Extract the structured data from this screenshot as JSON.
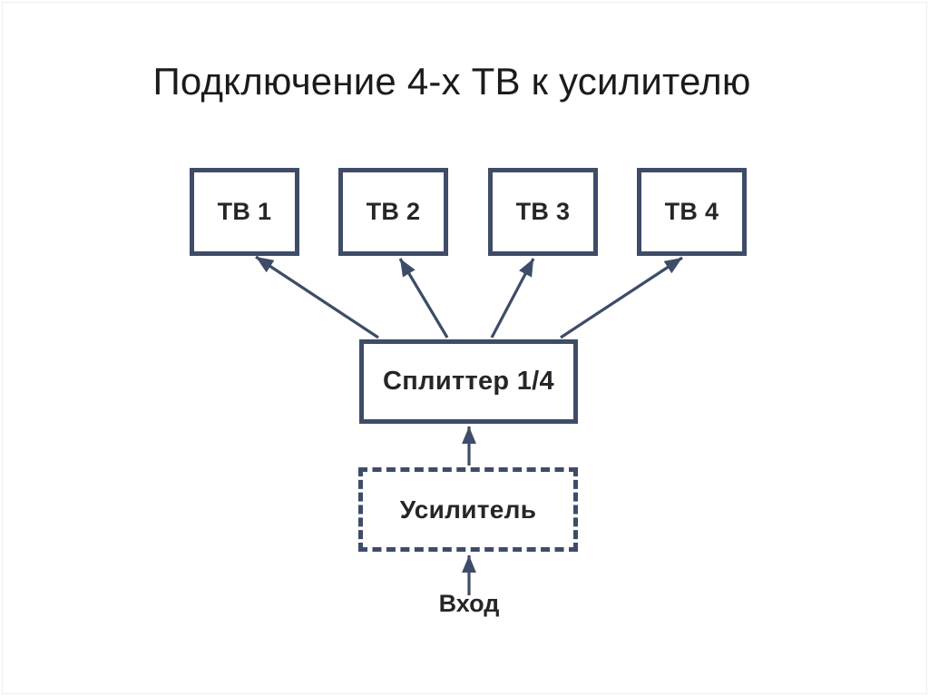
{
  "page": {
    "title": "Подключение 4-х ТВ к усилителю",
    "background_color": "#ffffff",
    "accent_color": "#3e4c68",
    "text_color": "#262626"
  },
  "diagram": {
    "tv_boxes": [
      {
        "label": "ТВ 1"
      },
      {
        "label": "ТВ 2"
      },
      {
        "label": "ТВ 3"
      },
      {
        "label": "ТВ 4"
      }
    ],
    "splitter": {
      "label": "Сплиттер 1/4"
    },
    "amplifier": {
      "label": "Усилитель",
      "border_style": "dashed"
    },
    "input_label": "Вход",
    "connections": [
      {
        "from": "splitter",
        "to": "tv-1"
      },
      {
        "from": "splitter",
        "to": "tv-2"
      },
      {
        "from": "splitter",
        "to": "tv-3"
      },
      {
        "from": "splitter",
        "to": "tv-4"
      },
      {
        "from": "amplifier",
        "to": "splitter"
      },
      {
        "from": "input",
        "to": "amplifier"
      }
    ]
  }
}
